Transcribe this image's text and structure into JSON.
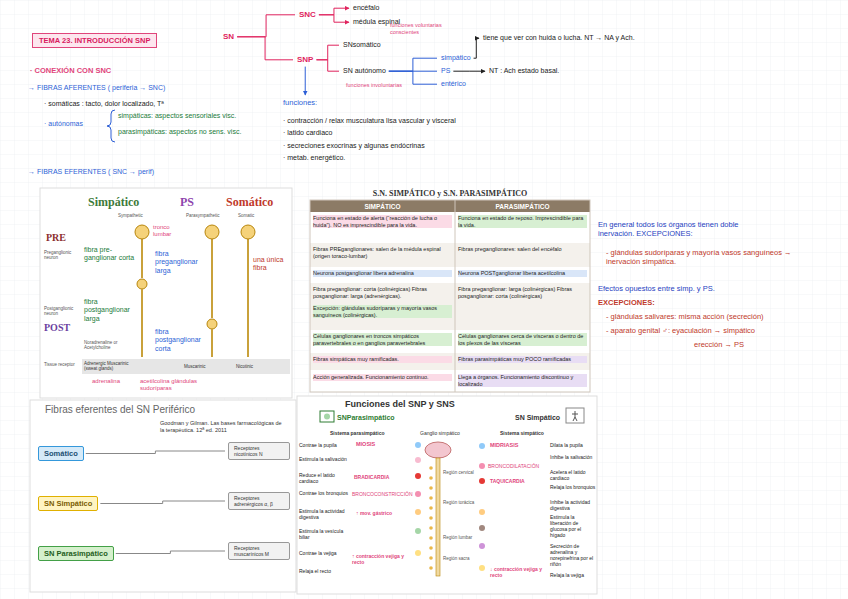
{
  "diagram": {
    "title": "TEMA 23. INTRODUCCIÓN SNP",
    "nodes": [
      {
        "text": [
          "SN"
        ]
      },
      {
        "text": [
          "SNC"
        ]
      },
      {
        "text": [
          "encéfalo"
        ]
      },
      {
        "text": [
          "médula espinal"
        ]
      },
      {
        "text": [
          "SNP"
        ]
      },
      {
        "text": [
          "SNsomático"
        ]
      },
      {
        "text": [
          "SN autónomo"
        ]
      },
      {
        "text": [
          "simpático"
        ]
      },
      {
        "text": [
          "PS"
        ]
      },
      {
        "text": [
          "entérico"
        ]
      },
      {
        "text": [
          "tiene que ver con huida o lucha. NT → NA y Ach."
        ]
      },
      {
        "text": [
          "NT : Ach estado basal."
        ]
      },
      {
        "text": [
          "funciones:",
          "· contracción / relax musculatura lisa vascular y visceral",
          "· latido cardiaco",
          "· secreciones exocrinas y algunas endócrinas",
          "· metab. energético."
        ]
      },
      {
        "text": [
          "Somático"
        ]
      },
      {
        "text": [
          "SN Simpático"
        ]
      },
      {
        "text": [
          "SN Parasimpático"
        ]
      },
      {
        "text": [
          "Receptores nicotínicos N"
        ]
      },
      {
        "text": [
          "Receptores adrenérgicos α, β"
        ]
      },
      {
        "text": [
          "Receptores muscarínicos M"
        ]
      }
    ],
    "edges": [
      {
        "from": 0,
        "to": 1,
        "arrow": "none"
      },
      {
        "from": 0,
        "to": 4,
        "arrow": "none"
      },
      {
        "from": 1,
        "to": 2,
        "arrow": "to"
      },
      {
        "from": 1,
        "to": 3,
        "arrow": "to"
      },
      {
        "from": 4,
        "to": 5,
        "arrow": "none"
      },
      {
        "from": 4,
        "to": 6,
        "arrow": "none"
      },
      {
        "from": 6,
        "to": 7,
        "arrow": "none"
      },
      {
        "from": 6,
        "to": 8,
        "arrow": "none"
      },
      {
        "from": 6,
        "to": 9,
        "arrow": "none"
      },
      {
        "from": 7,
        "to": 10,
        "arrow": "to"
      },
      {
        "from": 8,
        "to": 11,
        "arrow": "to"
      },
      {
        "from": 4,
        "to": 12,
        "arrow": "to"
      },
      {
        "from": 13,
        "to": 16,
        "arrow": "none"
      },
      {
        "from": 14,
        "to": 17,
        "arrow": "none"
      },
      {
        "from": 15,
        "to": 18,
        "arrow": "none"
      }
    ],
    "labels": [
      "· CONEXIÓN CON SNC",
      "→ FIBRAS AFERENTES ( periferia → SNC)",
      "· somáticas : tacto, dolor localizado, Tª",
      "· autónomas",
      "simpáticas: aspectos sensoriales visc.",
      "parasimpáticas: aspectos no sens. visc.",
      "→ FIBRAS EFERENTES ( SNC → perif)",
      "funciones voluntarias conscientes",
      "funciones involuntarias",
      "Simpático",
      "PS",
      "Somático",
      "Sympathetic",
      "Parasympathetic",
      "Somatic",
      "PRE",
      "Preganglionic neuron",
      "tronco lumbar",
      "fibra pre-ganglionar corta",
      "fibra preganglionar larga",
      "una única fibra",
      "Postganglionic neuron",
      "POST",
      "fibra postganglionar larga",
      "fibra postganglionar corta",
      "Noradrenaline or Acetylcholine",
      "Tissue receptor",
      "Adrenergic Muscarinic (sweat glands)",
      "Muscarinic",
      "Nicotinic",
      "adrenalina",
      "acetilcolina glándulas sudoríparas",
      "S.N. SIMPÁTICO y S.N. PARASIMPÁTICO",
      "SIMPÁTICO",
      "PARASIMPÁTICO",
      "Funciona en estado de alerta (“reacción de lucha o huida”). NO es imprescindible para la vida.",
      "Funciona en estado de reposo. Imprescindible para la vida.",
      "Fibras PREganglionares: salen de la médula espinal (origen toraco-lumbar)",
      "Fibras preganglionares: salen del encéfalo",
      "Neurona postganglionar libera adrenalina",
      "Neurona POSTganglionar libera acetilcolina",
      "Fibra preganglionar: corta (colinérgicas) Fibras posganglionar: larga (adrenérgicas).",
      "Excepción: glándulas sudoríparas y mayoría vasos sanguíneos (colinérgicas).",
      "Fibra preganglionar: larga (colinérgicas) Fibras posganglionar: corta (colinérgicas)",
      "Células ganglionares en troncos simpáticos paravertebrales o en ganglios paravertebrales",
      "Células ganglionares cerca de vísceras o dentro de los plexos de las vísceras",
      "Fibras simpáticas muy ramificadas.",
      "Fibras parasimpáticas muy POCO ramificadas",
      "Acción generalizada. Funcionamiento continuo.",
      "Llega a órganos. Funcionamiento discontinuo y localizado",
      "En general todos los órganos tienen doble inervación. EXCEPCIONES:",
      "- glándulas sudoríparas y mayoría vasos sanguíneos → inervación simpática.",
      "Efectos opuestos entre simp. y PS.",
      "EXCEPCIONES:",
      "- glándulas salivares: misma acción (secreción)",
      "- aparato genital ♂: eyaculación → simpático",
      "erección → PS",
      "Fibras eferentes del SN Periférico",
      "Goodman y Gilman. Las bases farmacológicas de la terapéutica. 12ª ed. 2011",
      "Funciones del SNP y SNS",
      "SNParasimpático",
      "SN Simpático",
      "Sistema parasimpático",
      "Ganglio simpático",
      "Sistema simpático",
      "Contrae la pupila",
      "MIOSIS",
      "Estimula la salivación",
      "Reduce el latido cardíaco",
      "BRADICARDIA",
      "Contrae los bronquios",
      "BRONCOCONSTRICCIÓN",
      "Estimula la actividad digestiva",
      "↑ mov. gástrico",
      "Estimula la vesícula biliar",
      "Contrae la vejiga",
      "↑ contracción vejiga y recto",
      "Relaja el recto",
      "Dilata la pupila",
      "MIDRIASIS",
      "Inhibe la salivación",
      "BRONCODILATACIÓN",
      "Acelera el latido cardíaco",
      "TAQUICARDIA",
      "Relaja los bronquios",
      "Inhibe la actividad digestiva",
      "Estimula la liberación de glucosa por el hígado",
      "Secreción de adrenalina y norepinefrina por el riñón",
      "Relaja la vejiga",
      "↓ contracción vejiga y recto",
      "Región cervical",
      "Región torácica",
      "Región lumbar",
      "Región sacra"
    ]
  }
}
